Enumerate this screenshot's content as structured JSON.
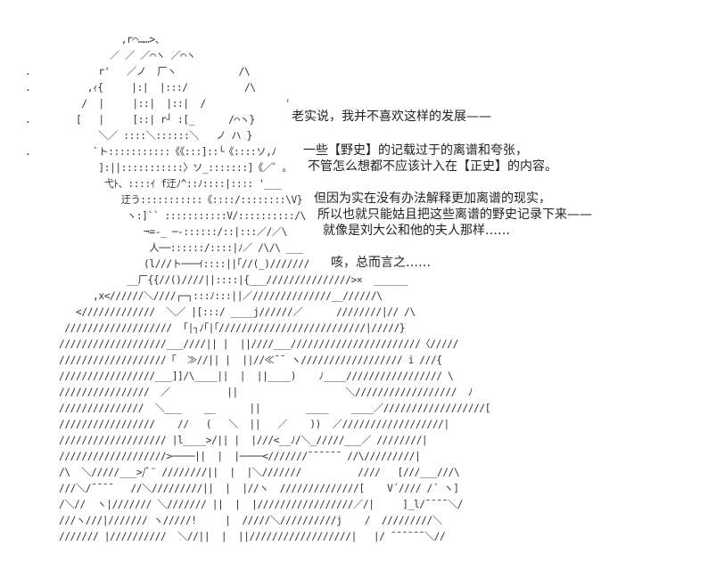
{
  "art_lines": [
    "                 ,r⌒……>、",
    "               ／ ／ ／⌒ヽ ／⌒ヽ",
    ".            r'   ／ノ  厂ヽ           /\\",
    ".          ,ｨ{     |:|  |:::/          /\\ ",
    "          /  |     |::|  |::|  /              '",
    ".        [   |     [::| r┘ :[_      /⌒ヽ}",
    "             ＼／ ::::＼::::::＼   ノ ハ }",
    ".           `ト:::::::::::《《:::]::└《::::ソ,ﾉ",
    "             ]:||:::::::::::〉ソ_:::::::]《／゜。",
    "              弋ﾄ、::::ｲ f迂ﾉ^::ﾉ::::|:::: '___",
    "                 迂う:::::::::::《::::/::::::::\\V}",
    "                  ヽ:]`` :::::::::::V/::::::::::/\\",
    "                     ¬=-_ ─-::::::/::|:::／/／\\",
    "                      人──::::::/::::|ﾉ／ /\\/\\ ___",
    "                     (l///ト───ｲ::::||｢//(_)///////",
    "                  __厂{{//()////||::::|{___///////////////>×  ______",
    "            ,x<//////＼////┌─┐:::ﾉ:::||／//////////////__//////\\",
    "         </////////////  ＼／ |[:::/ ____j//////／      ////////|// /\\",
    "       ///////////////////  ｢|┐ﾉ｢|｢//////////////////////////|/////}",
    "      ///////////////////___////|| |  ||////___///////////////////////〈/////",
    "      ///////////////////「  ≫//|| |  ||//≪¯¯ ヽ////////////////// i ///{",
    "      /////////////////___]]/\\____||  |  ||____)    ﾉ____///////////////// \\",
    "      ////////////////  ／          ||                   ＼//////////////////  ﾉ",
    "      ///////////////  ＼___    __      ||        ____    ____／//////////////////[",
    "      /////////////////    //   (   ＼  ||   ／    ))  ／//////////////////|",
    "      /////////////////// |l____>/|| |  |///<__ﾉ/＼_/////___／ ////////|",
    "      ///////////////////>────||  |  |────<///////¯¯¯¯¯¯ //\\/////////|",
    "      /\\  ＼/////___>/ﾞ¨ ////////||  |  |＼///////          ////   [///___///\\",
    "      ///＼/¯¯¯¯   //＼/////////||  |  |//ヽ  //////////////[    V´//// /´ ヽ]",
    "      /＼//  ヽ|/////// ＼/////// ||  |  |/////////////////／/|     ]_l/¯¯¯¯＼/",
    "      ///ヽ///|/////// ヽ/////!     |  /////＼//////////j    /  /////////＼",
    "      /////// |//////////  ＼//||  |  ||//////////////////|   |/ ¯¯¯¯¯¯＼//"
  ],
  "narration": [
    "老实说，我并不喜欢这样的发展——",
    "一些【野史】的记载过于的离谱和夸张，",
    "不管怎么想都不应该计入在【正史】的内容。",
    "但因为实在没有办法解释更加离谱的现实，",
    "所以也就只能姑且把这些离谱的野史记录下来——",
    "就像是刘大公和他的夫人那样……",
    "咳，总而言之……"
  ]
}
